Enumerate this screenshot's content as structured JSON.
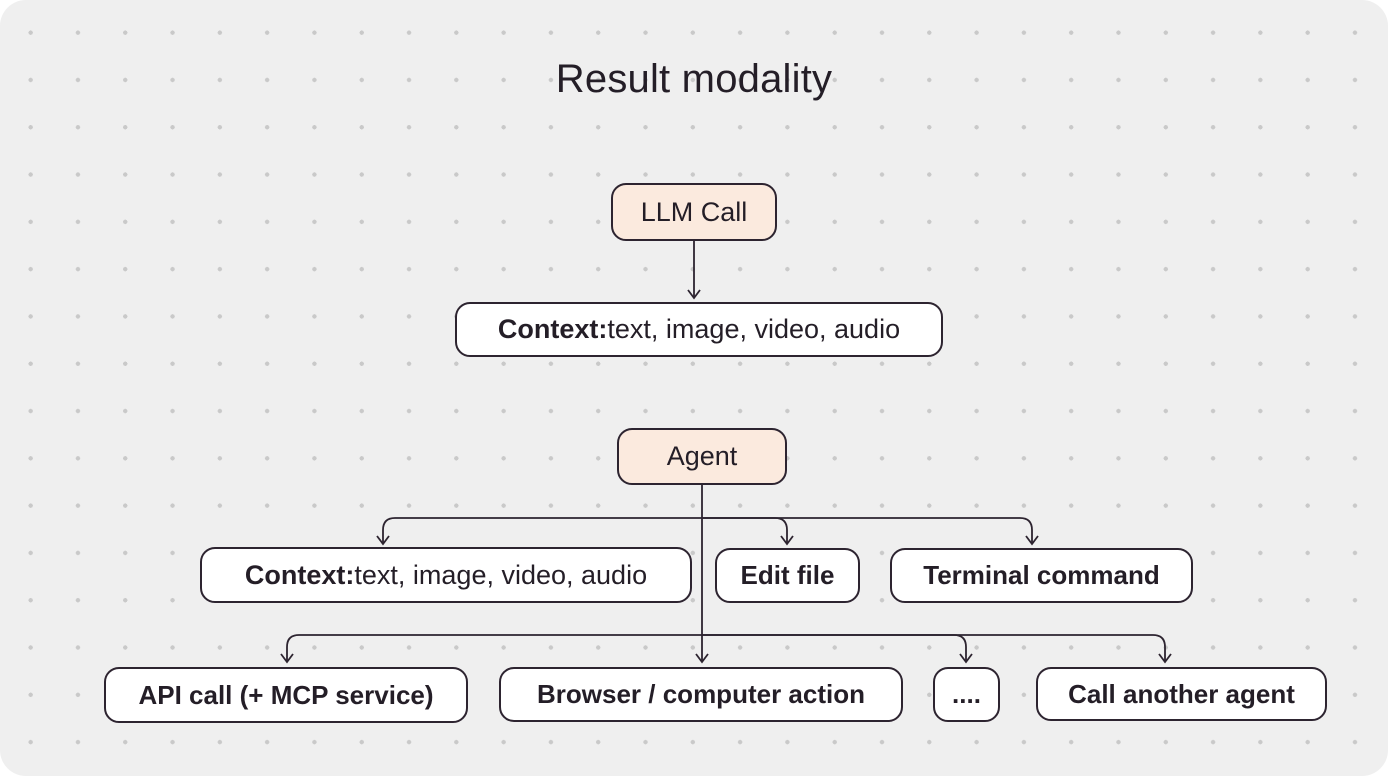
{
  "title": "Result modality",
  "colors": {
    "canvas_background": "#efefef",
    "grid_dot": "#c9c9c9",
    "node_border": "#2d2430",
    "node_fill_accent": "#fbeade",
    "node_fill_plain": "#ffffff",
    "text": "#241e27",
    "connector": "#2d2430"
  },
  "diagram": {
    "type": "flowchart",
    "nodes": [
      {
        "id": "llm-call",
        "label": "LLM Call",
        "style": "accent"
      },
      {
        "id": "context-1",
        "label_bold": "Context:",
        "label_rest": " text, image, video, audio",
        "style": "plain"
      },
      {
        "id": "agent",
        "label": "Agent",
        "style": "accent"
      },
      {
        "id": "context-2",
        "label_bold": "Context:",
        "label_rest": " text, image, video, audio",
        "style": "plain"
      },
      {
        "id": "edit-file",
        "label": "Edit file",
        "style": "plain-bold"
      },
      {
        "id": "terminal-command",
        "label": "Terminal command",
        "style": "plain-bold"
      },
      {
        "id": "api-call",
        "label": "API call (+ MCP service)",
        "style": "plain-bold"
      },
      {
        "id": "browser-action",
        "label": "Browser / computer action",
        "style": "plain-bold"
      },
      {
        "id": "ellipsis",
        "label": "....",
        "style": "plain-bold"
      },
      {
        "id": "call-another-agent",
        "label": "Call another agent",
        "style": "plain-bold"
      }
    ],
    "edges": [
      {
        "from": "llm-call",
        "to": "context-1"
      },
      {
        "from": "agent",
        "to": "context-2"
      },
      {
        "from": "agent",
        "to": "edit-file"
      },
      {
        "from": "agent",
        "to": "terminal-command"
      },
      {
        "from": "agent",
        "to": "api-call"
      },
      {
        "from": "agent",
        "to": "browser-action"
      },
      {
        "from": "agent",
        "to": "ellipsis"
      },
      {
        "from": "agent",
        "to": "call-another-agent"
      }
    ]
  }
}
